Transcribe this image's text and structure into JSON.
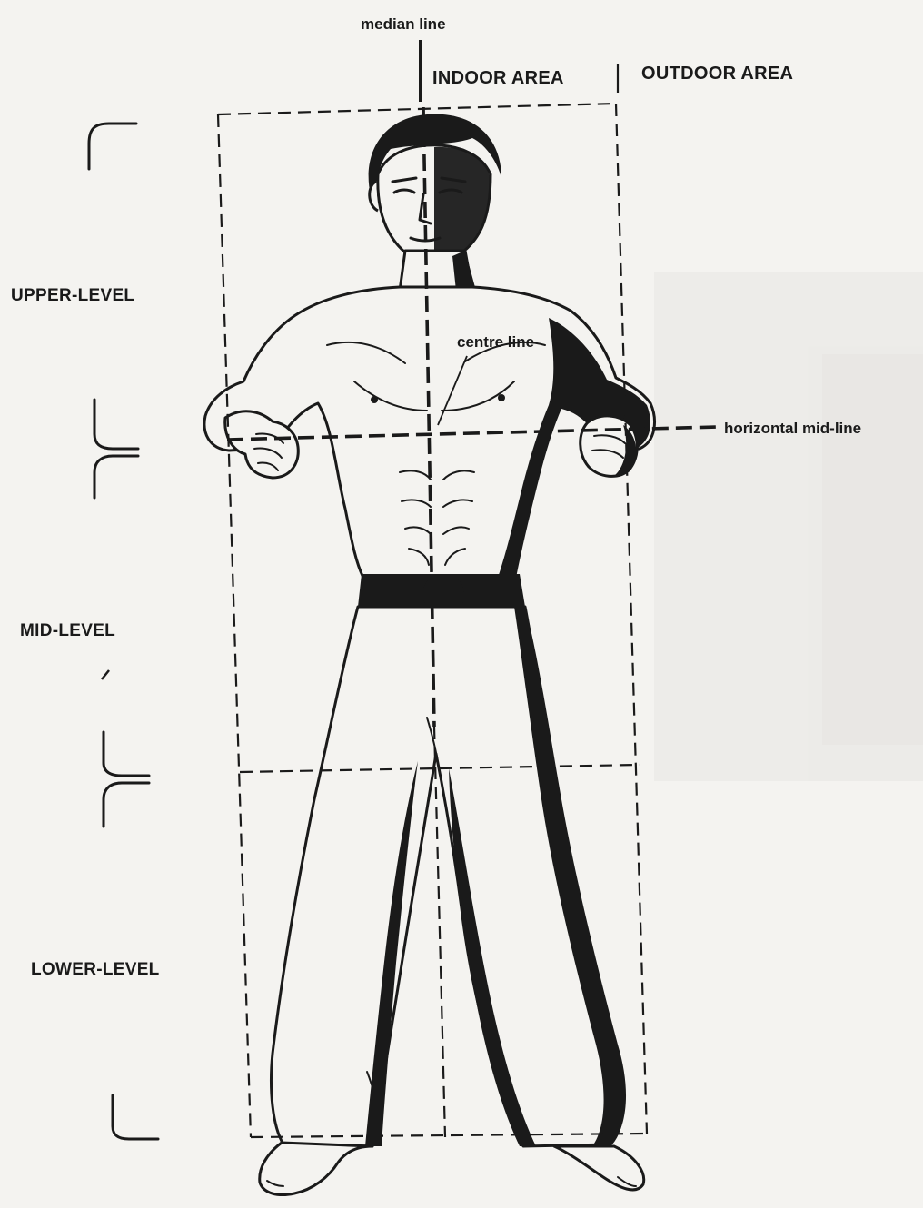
{
  "diagram": {
    "labels": {
      "median_line": "median line",
      "indoor_area": "INDOOR AREA",
      "outdoor_area": "OUTDOOR AREA",
      "centre_line": "centre line",
      "horizontal_mid_line": "horizontal mid-line"
    },
    "levels": {
      "upper": "UPPER-LEVEL",
      "mid": "MID-LEVEL",
      "lower": "LOWER-LEVEL"
    }
  }
}
